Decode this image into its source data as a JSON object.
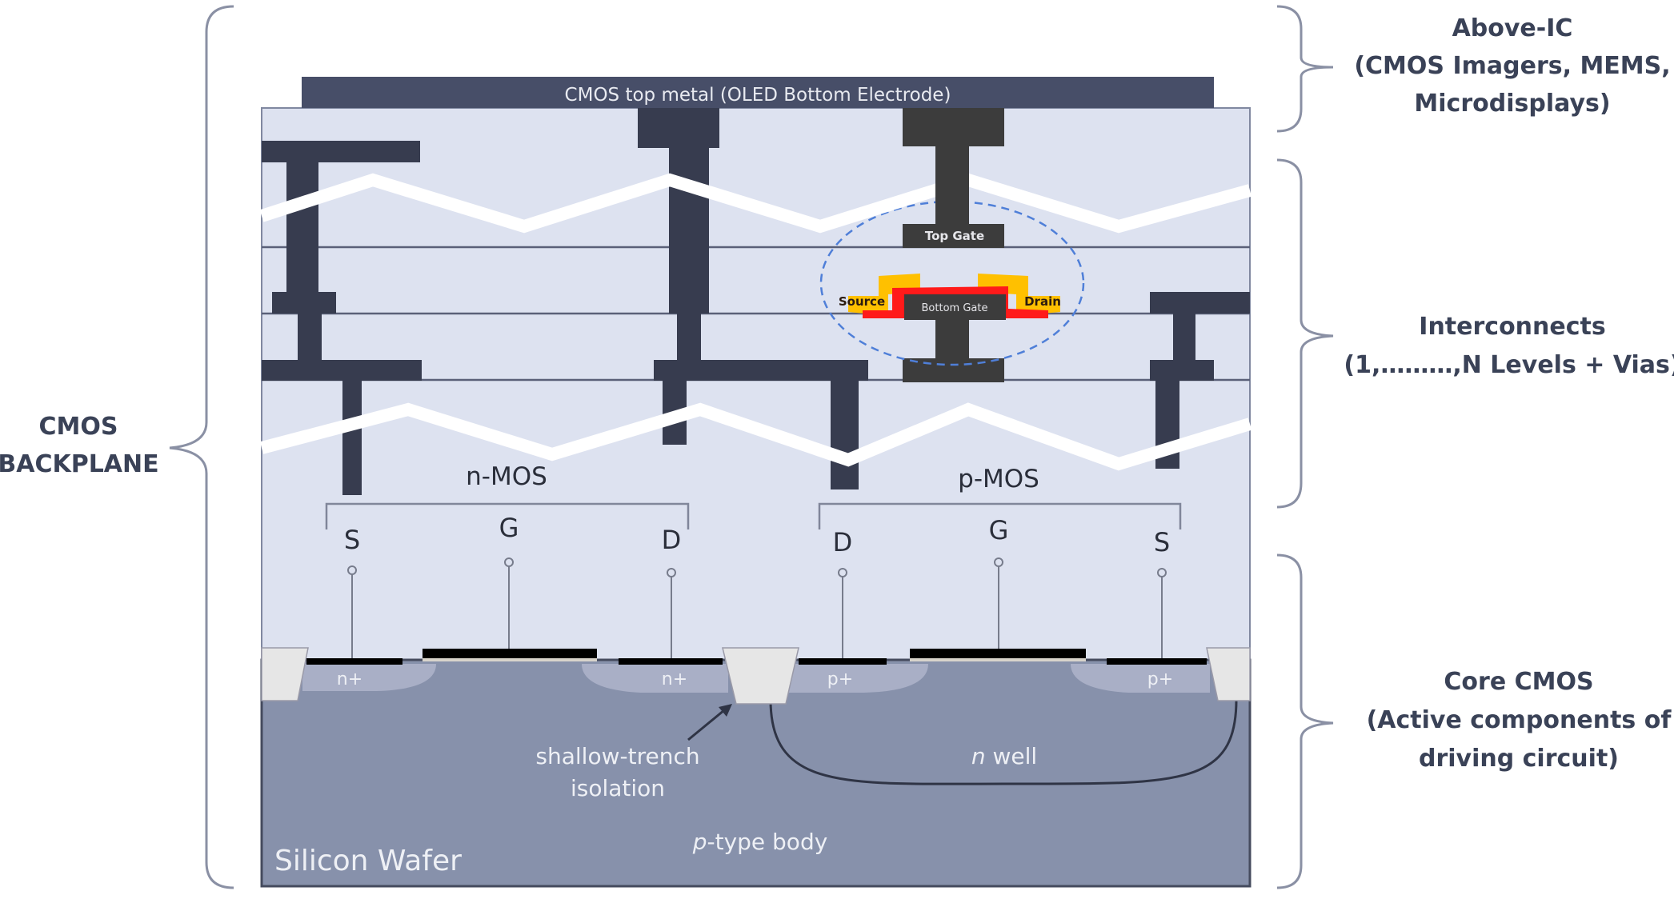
{
  "title": "CMOS backplane cross-section",
  "left_label": {
    "line1": "CMOS",
    "line2": "BACKPLANE"
  },
  "right_labels": {
    "above_ic": {
      "line1": "Above-IC",
      "line2": "(CMOS Imagers, MEMS,",
      "line3": "Microdisplays)"
    },
    "interconnects": {
      "line1": "Interconnects",
      "line2": "(1,………,N Levels + Vias)"
    },
    "core_cmos": {
      "line1": "Core CMOS",
      "line2": "(Active components of",
      "line3": "driving circuit)"
    }
  },
  "top_metal_label": "CMOS top metal (OLED Bottom Electrode)",
  "tft": {
    "top_gate": "Top Gate",
    "bottom_gate": "Bottom Gate",
    "source": "Source",
    "drain": "Drain"
  },
  "nmos": {
    "label": "n-MOS",
    "terminals": [
      "S",
      "G",
      "D"
    ],
    "diffusion": "n+"
  },
  "pmos": {
    "label": "p-MOS",
    "terminals": [
      "D",
      "G",
      "S"
    ],
    "diffusion": "p+"
  },
  "substrate": {
    "sti_label_1": "shallow-trench",
    "sti_label_2": "isolation",
    "nwell_italic": "n",
    "nwell_rest": " well",
    "body_italic": "p",
    "body_rest": "-type body",
    "wafer_label": "Silicon Wafer"
  },
  "colors": {
    "dielectric": "#dde2f0",
    "metal": "#373c4f",
    "tft_metal": "#3c3c3c",
    "top_metal": "#474e68",
    "substrate": "#8791ab",
    "diffusion": "#a9afc6",
    "sti": "#e6e6e6",
    "semiconductor_red": "#ff1a1a",
    "contact_yellow": "#ffc000",
    "ellipse": "#4f7fd8",
    "brace": "#8a90a4"
  }
}
